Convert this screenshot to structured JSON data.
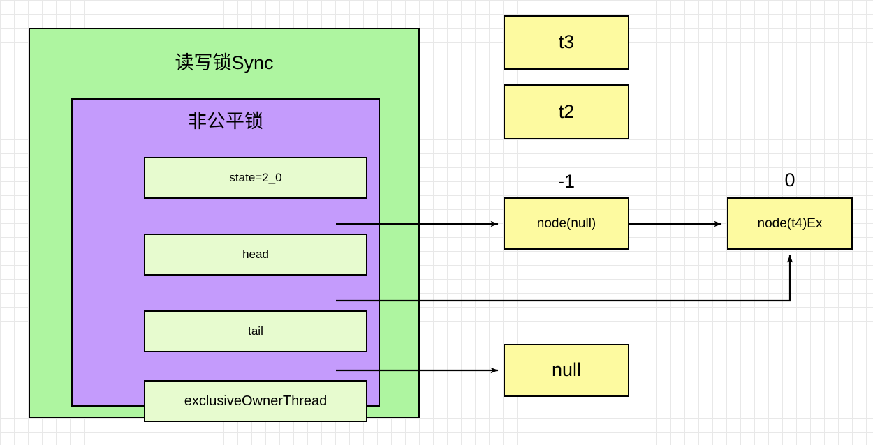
{
  "diagram": {
    "title": "ReentrantReadWriteLock Sync state diagram",
    "colors": {
      "outer_container": "#aef5a0",
      "inner_container": "#c49bfc",
      "field_box": "#e7fbcf",
      "node_box": "#fdfaa0",
      "stroke": "#000000"
    },
    "outer_container": {
      "title": "读写锁Sync"
    },
    "inner_container": {
      "title": "非公平锁",
      "fields": [
        {
          "label": "state=2_0"
        },
        {
          "label": "head"
        },
        {
          "label": "tail"
        },
        {
          "label": "exclusiveOwnerThread"
        }
      ]
    },
    "threads": [
      {
        "label": "t3"
      },
      {
        "label": "t2"
      }
    ],
    "queue": {
      "nodes": [
        {
          "label": "node(null)",
          "waitStatus": "-1"
        },
        {
          "label": "node(t4)Ex",
          "waitStatus": "0"
        }
      ]
    },
    "owner_value": {
      "label": "null"
    },
    "edges": [
      {
        "from": "head",
        "to": "node(null)"
      },
      {
        "from": "node(null)",
        "to": "node(t4)Ex"
      },
      {
        "from": "tail",
        "to": "node(t4)Ex"
      },
      {
        "from": "exclusiveOwnerThread",
        "to": "null"
      }
    ]
  }
}
